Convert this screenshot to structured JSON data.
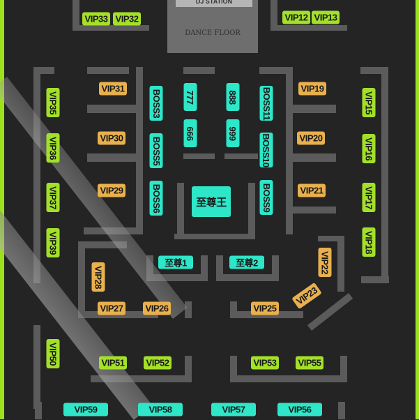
{
  "colors": {
    "vip_green": "#a3e02a",
    "vip_orange": "#e8b04e",
    "boss_cyan": "#2ee6c8"
  },
  "stage": {
    "dj_station": "DJ STATION",
    "dance_floor": "DANCE FLOOR"
  },
  "seats": {
    "vip33": "VIP33",
    "vip32": "VIP32",
    "vip12": "VIP12",
    "vip13": "VIP13",
    "vip31": "VIP31",
    "vip30": "VIP30",
    "vip29": "VIP29",
    "vip35": "VIP35",
    "vip36": "VIP36",
    "vip37": "VIP37",
    "vip39": "VIP39",
    "vip50": "VIP50",
    "boss3": "BOSS3",
    "boss5": "BOSS5",
    "boss6": "BOSS6",
    "s777": "777",
    "s666": "666",
    "s888": "888",
    "s999": "999",
    "boss11": "BOSS11",
    "boss10": "BOSS10",
    "boss9": "BOSS9",
    "king": "至尊王",
    "zz1": "至尊1",
    "zz2": "至尊2",
    "vip19": "VIP19",
    "vip20": "VIP20",
    "vip21": "VIP21",
    "vip15": "VIP15",
    "vip16": "VIP16",
    "vip17": "VIP17",
    "vip18": "VIP18",
    "vip28": "VIP28",
    "vip22": "VIP22",
    "vip23": "VIP23",
    "vip27": "VIP27",
    "vip26": "VIP26",
    "vip25": "VIP25",
    "vip51": "VIP51",
    "vip52": "VIP52",
    "vip53": "VIP53",
    "vip55": "VIP55",
    "vip59": "VIP59",
    "vip58": "VIP58",
    "vip57": "VIP57",
    "vip56": "VIP56"
  }
}
